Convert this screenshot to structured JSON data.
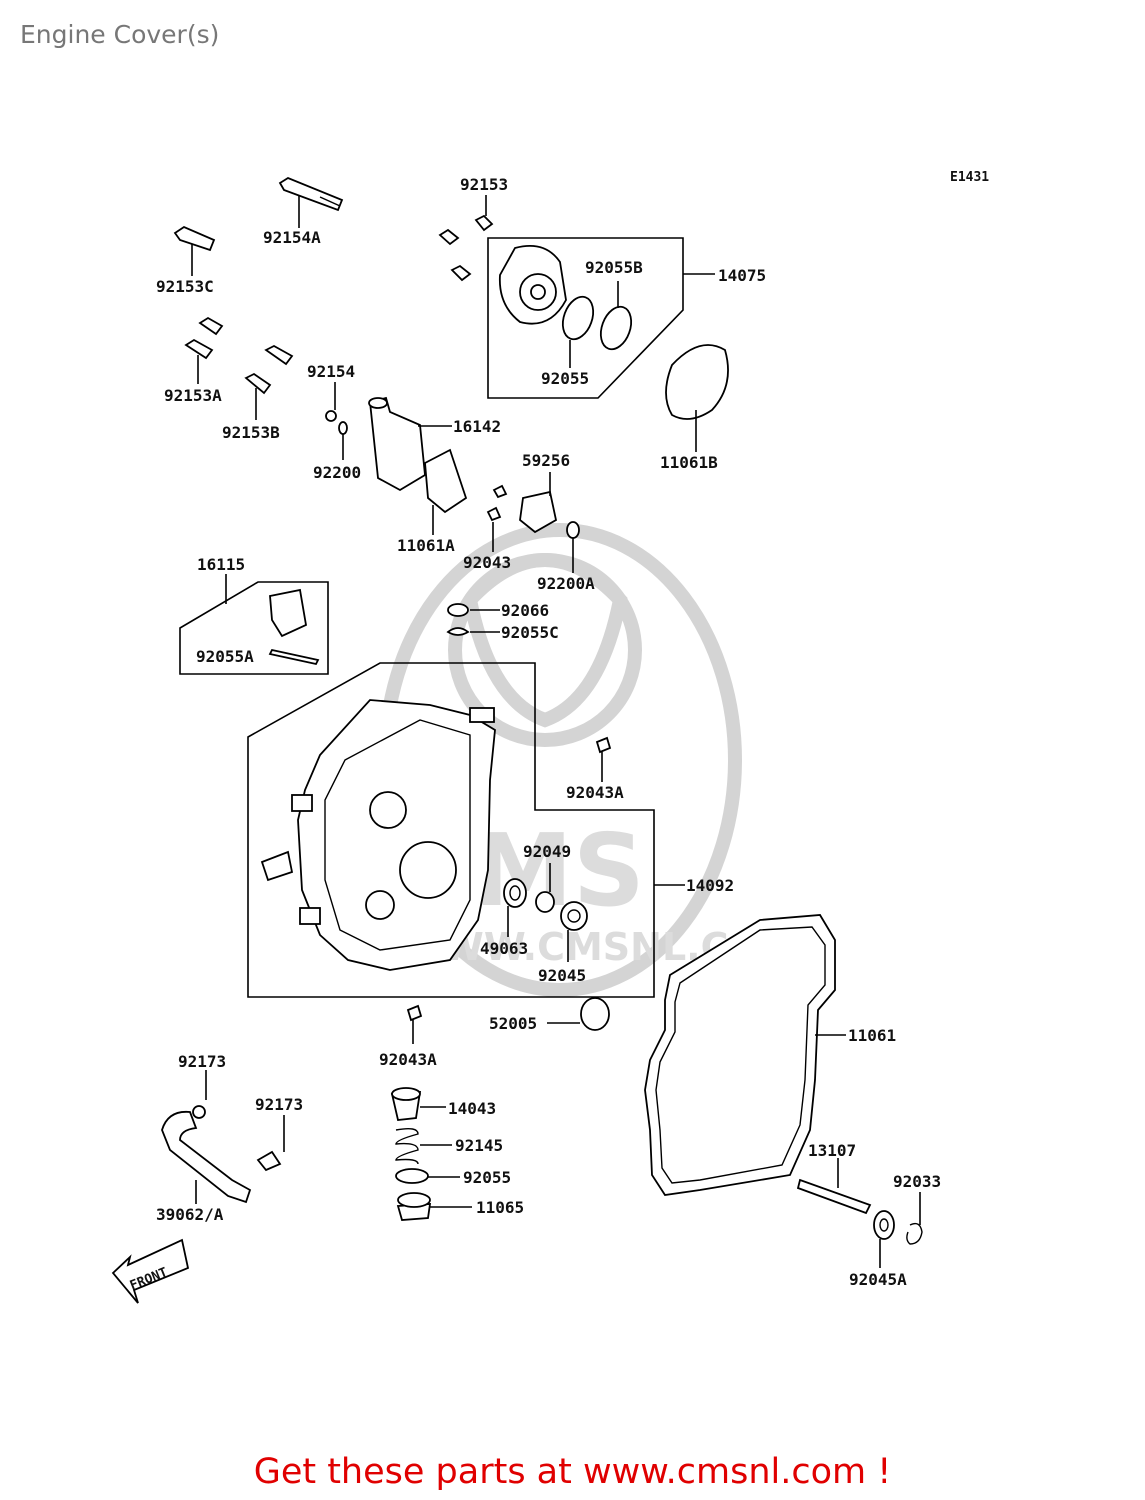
{
  "page": {
    "title": "Engine Cover(s)",
    "footer": "Get these parts at www.cmsnl.com !"
  },
  "diagram": {
    "code": "E1431",
    "front_label": "FRONT",
    "watermark": {
      "text1": "CMS",
      "text2": "WWW.CMSNL.COM"
    },
    "labels": {
      "p92153": "92153",
      "p92154A": "92154A",
      "p92153C": "92153C",
      "p92055B": "92055B",
      "p14075": "14075",
      "p92055": "92055",
      "p11061B": "11061B",
      "p92153A": "92153A",
      "p92154": "92154",
      "p92153B": "92153B",
      "p16142": "16142",
      "p92200": "92200",
      "p59256": "59256",
      "p11061A": "11061A",
      "p92043": "92043",
      "p92200A": "92200A",
      "p16115": "16115",
      "p92066": "92066",
      "p92055C": "92055C",
      "p92055A": "92055A",
      "p92043A_1": "92043A",
      "p92049": "92049",
      "p14092": "14092",
      "p49063": "49063",
      "p92045": "92045",
      "p52005": "52005",
      "p11061": "11061",
      "p92043A_2": "92043A",
      "p92173_1": "92173",
      "p92173_2": "92173",
      "p14043": "14043",
      "p92145": "92145",
      "p92055_2": "92055",
      "p11065": "11065",
      "p13107": "13107",
      "p92033": "92033",
      "p39062A": "39062/A",
      "p92045A": "92045A"
    }
  }
}
